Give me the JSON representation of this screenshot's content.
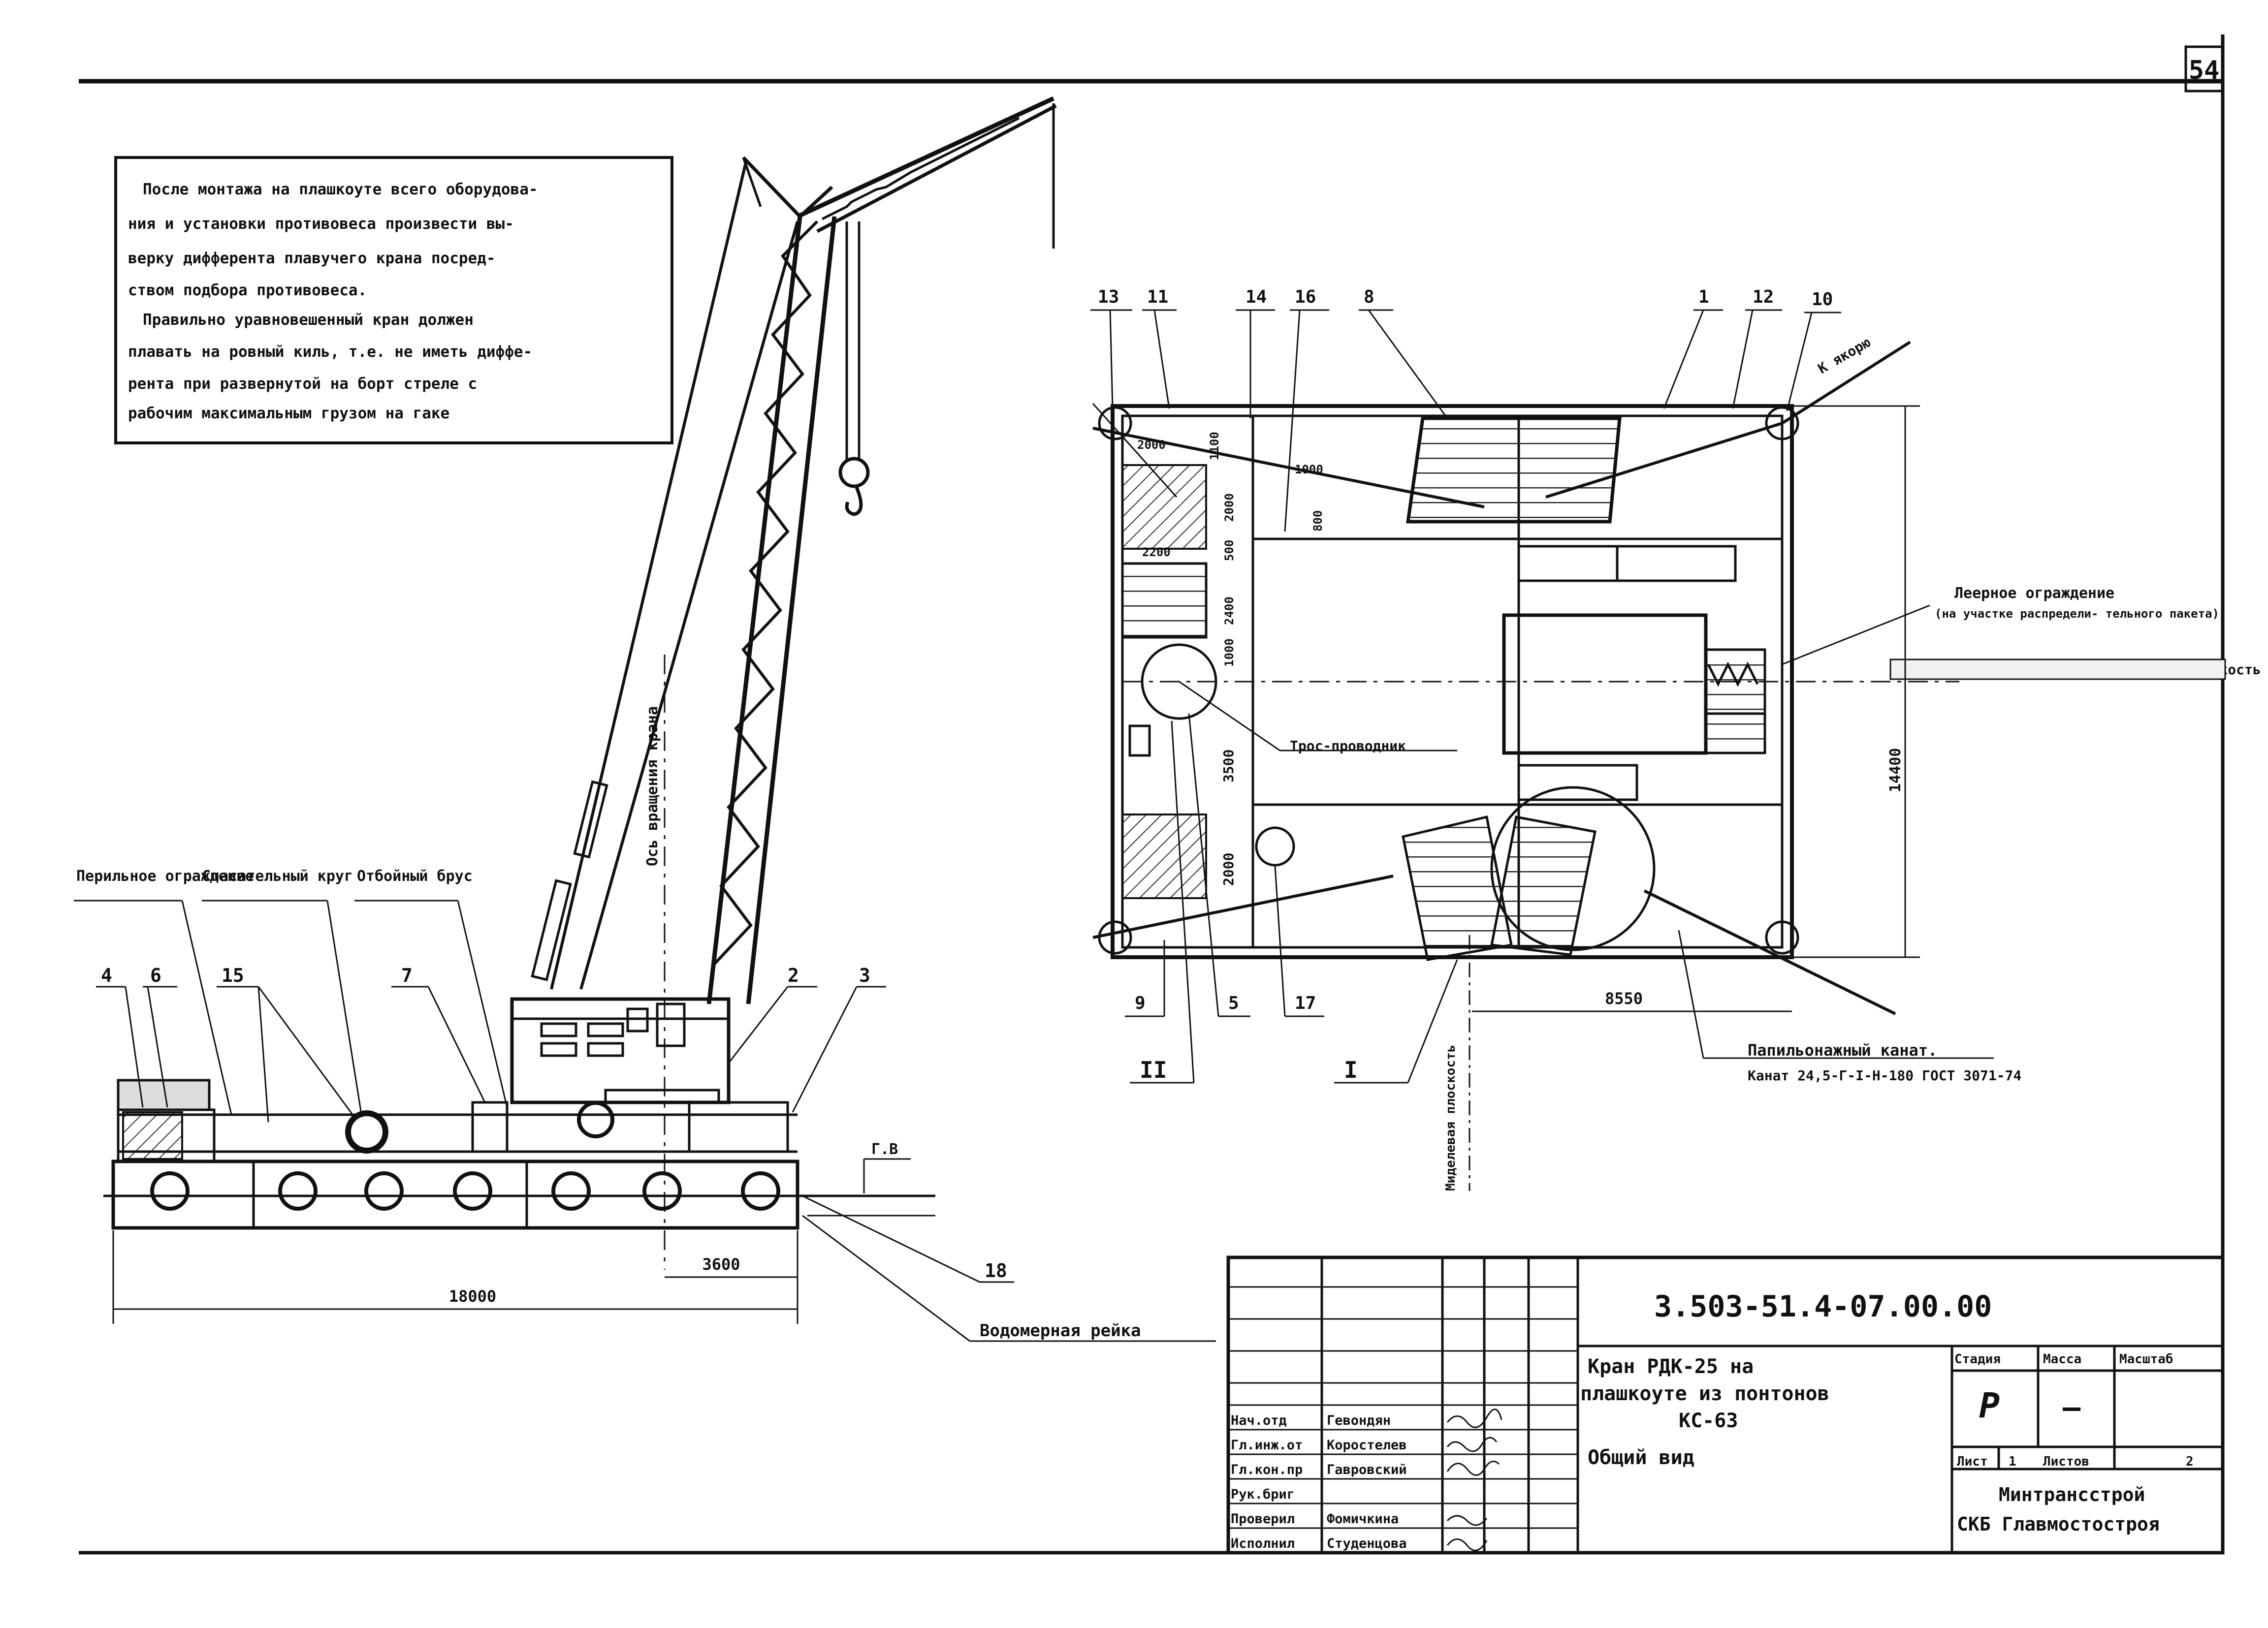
{
  "sheet_number": "54",
  "note": {
    "lines": [
      "После монтажа на плашкоуте всего оборудова-",
      "ния и установки противовеса произвести вы-",
      "верку дифферента плавучего крана посред-",
      "ством подбора противовеса.",
      "Правильно уравновешенный кран должен",
      "плавать на ровный киль, т.е. не иметь диффе-",
      "рента при развернутой на борт стреле с",
      "рабочим максимальным грузом на гаке"
    ]
  },
  "side_view": {
    "labels": {
      "railing": "Перильное ограждение",
      "lifebuoy": "Спасательный круг",
      "fender": "Отбойный брус",
      "rotation_axis": "Ось вращения крана",
      "water_gauge": "Водомерная рейка",
      "waterline": "Г.В"
    },
    "callouts": [
      "4",
      "6",
      "15",
      "7",
      "2",
      "3",
      "18"
    ],
    "dimensions": {
      "overall_length": "18000",
      "axis_offset": "3600"
    }
  },
  "plan_view": {
    "callouts_top": [
      "13",
      "11",
      "14",
      "16",
      "8",
      "1",
      "12",
      "10"
    ],
    "callouts_bottom": [
      "9",
      "5",
      "17"
    ],
    "sections": [
      "II",
      "I"
    ],
    "labels": {
      "to_anchor": "К якорю",
      "fence": "Леерное ограждение",
      "fence_note": "(на участке распредели- тельного пакета)",
      "diametral": "Диаметральная плоскость",
      "cable_guide": "Трос-проводник",
      "midship": "Миделевая плоскость",
      "rope": "Папильонажный канат.",
      "rope_spec": "Канат 24,5-Г-I-Н-180 ГОСТ 3071-74"
    },
    "dimensions": {
      "d2000a": "2000",
      "d1100": "1100",
      "d1000": "1000",
      "d800": "800",
      "d2000b": "2000",
      "d500": "500",
      "d2200": "2200",
      "d2400": "2400",
      "d1000b": "1000",
      "d3500": "3500",
      "d2000c": "2000",
      "width": "14400",
      "d8550": "8550"
    }
  },
  "title_block": {
    "code": "3.503-51.4-07.00.00",
    "title_lines": [
      "Кран РДК-25 на",
      "плашкоуте из понтонов",
      "КС-63",
      "Общий вид"
    ],
    "headers": {
      "stage": "Стадия",
      "mass": "Масса",
      "scale": "Масштаб"
    },
    "stage_value": "Р",
    "mass_value": "—",
    "sheet_label": "Лист",
    "sheet_value": "1",
    "sheets_label": "Листов",
    "sheets_value": "2",
    "org_lines": [
      "Минтрансстрой",
      "СКБ Главмостостроя"
    ],
    "staff": [
      {
        "role": "Нач.отд",
        "name": "Гевондян"
      },
      {
        "role": "Гл.инж.от",
        "name": "Коростелев"
      },
      {
        "role": "Гл.кон.пр",
        "name": "Гавровский"
      },
      {
        "role": "Рук.бриг",
        "name": ""
      },
      {
        "role": "Проверил",
        "name": "Фомичкина"
      },
      {
        "role": "Исполнил",
        "name": "Студенцова"
      }
    ]
  }
}
